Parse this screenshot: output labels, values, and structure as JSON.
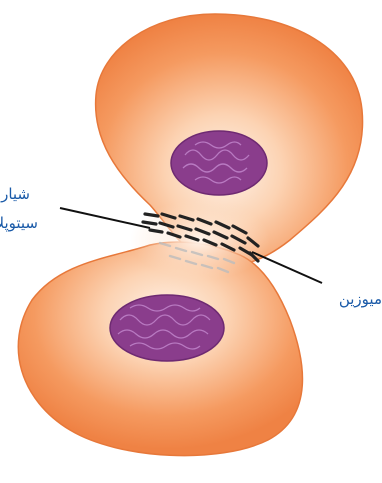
{
  "labels": {
    "furrow_line1": "شیار",
    "furrow_line2": "سیتوپلاسمی",
    "myosin": "میوزین"
  },
  "colors": {
    "cell_outer": "#f08a4b",
    "cell_inner": "#fde7d6",
    "nucleus": "#8a3d8c",
    "nucleus_texture": "#c48ad0",
    "label_text": "#1a5aa8",
    "pointer_line": "#111111",
    "myosin_band": "#222222"
  }
}
